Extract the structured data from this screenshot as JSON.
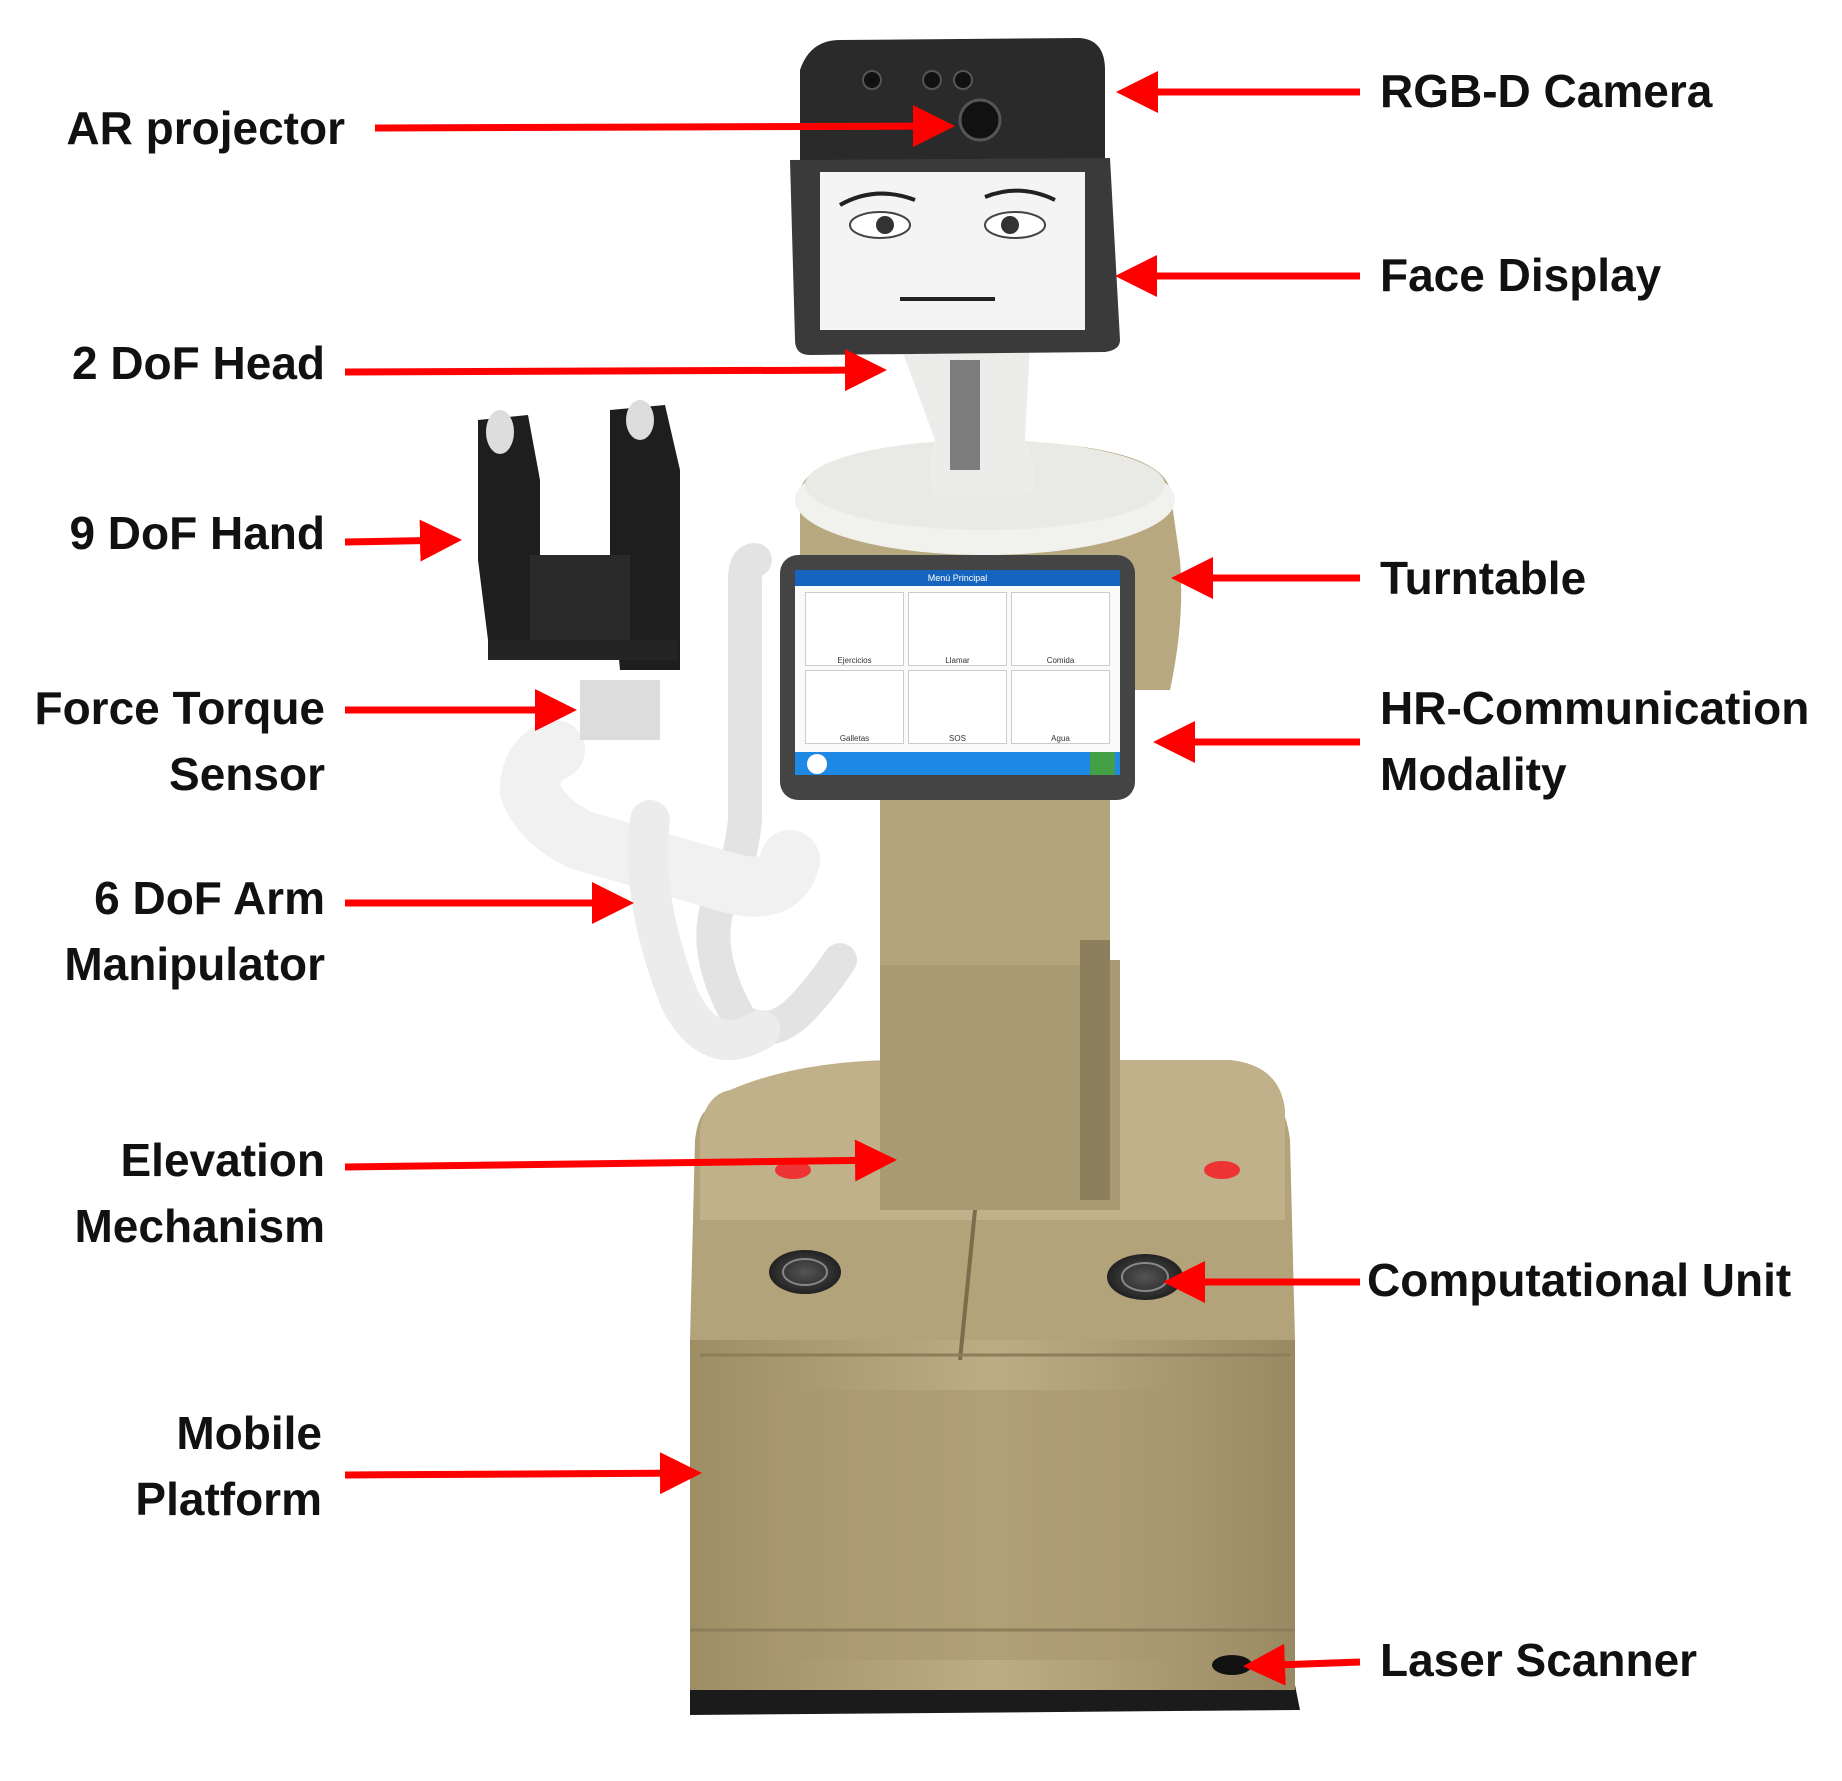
{
  "labels": {
    "ar_projector": "AR projector",
    "head_2dof": "2 DoF Head",
    "hand_9dof": "9 DoF Hand",
    "ft_sensor": "Force Torque\nSensor",
    "arm_6dof": "6 DoF Arm\nManipulator",
    "elevation": "Elevation\nMechanism",
    "mobile_platform": "Mobile\nPlatform",
    "rgbd_camera": "RGB-D Camera",
    "face_display": "Face Display",
    "turntable": "Turntable",
    "hr_comm": "HR-Communication\nModality",
    "computational_unit": "Computational Unit",
    "laser_scanner": "Laser Scanner"
  },
  "tablet": {
    "header": "Menú Principal",
    "tiles": [
      "Ejercicios",
      "Llamar",
      "Comida",
      "Galletas",
      "SOS",
      "Agua"
    ]
  },
  "colors": {
    "arrow": "#ff0000",
    "robot_body": "#b5a57d",
    "robot_dark": "#2b2b2b",
    "screen_face": "#f4f4f4",
    "tablet_header": "#1565c0"
  }
}
